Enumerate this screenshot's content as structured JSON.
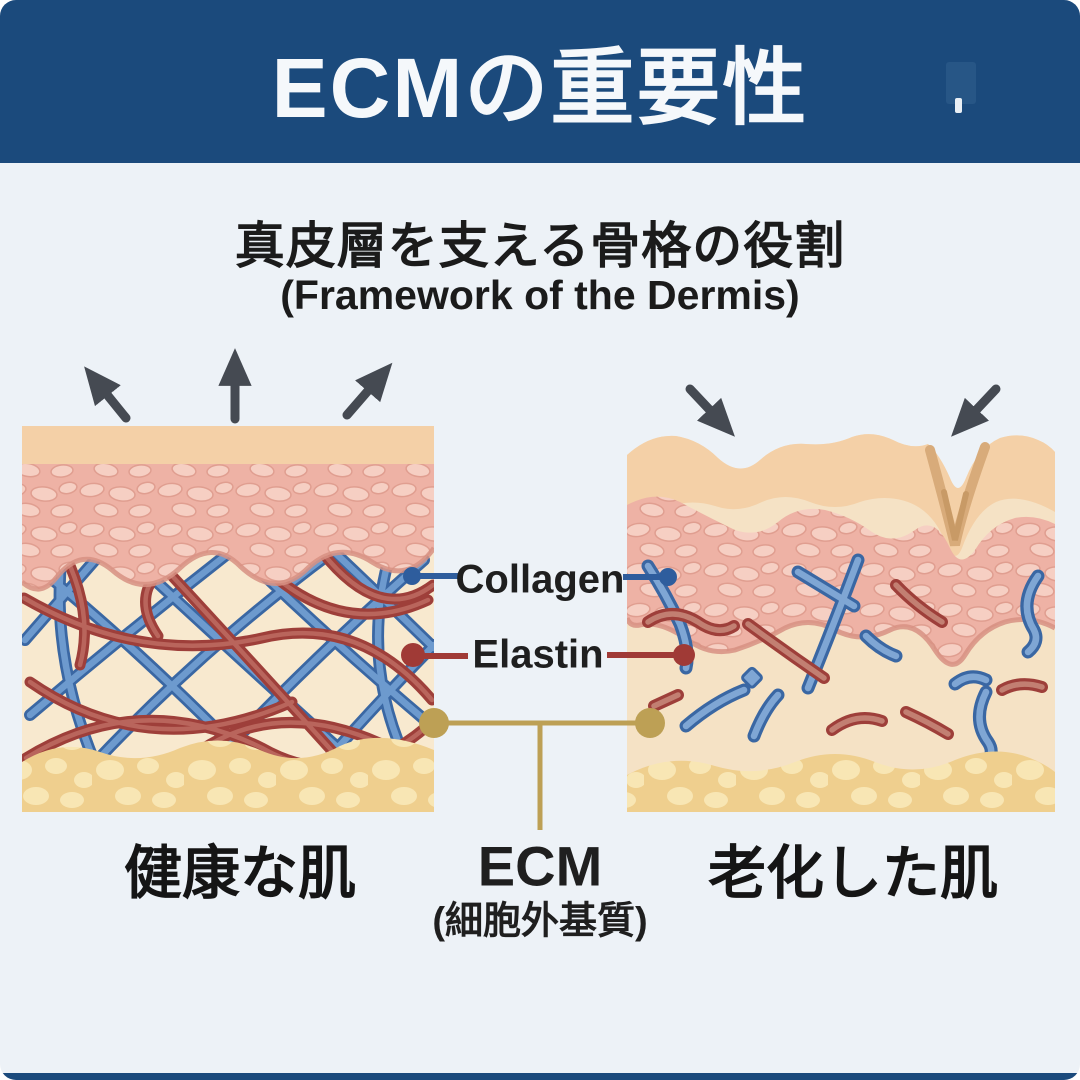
{
  "header": {
    "title": "ECMの重要性",
    "bg_color": "#1b4a7c",
    "text_color": "#f5f8fb"
  },
  "main": {
    "title": "真皮層を支える骨格の役割",
    "subtitle": "(Framework of the Dermis)"
  },
  "legend": {
    "collagen": {
      "label": "Collagen",
      "color": "#2e5d9d"
    },
    "elastin": {
      "label": "Elastin",
      "color": "#a03a36"
    },
    "ecm": {
      "label": "ECM",
      "sublabel": "(細胞外基質)",
      "color": "#bda055"
    }
  },
  "panels": {
    "healthy": {
      "caption": "健康な肌"
    },
    "aged": {
      "caption": "老化した肌"
    }
  },
  "icons": {
    "stretch_arrows": "three-arrows-pointing-up-outward",
    "sag_arrows": "two-arrows-pressing-down",
    "arrow_color": "#454a52"
  },
  "palette": {
    "background": "#edf2f7",
    "epidermis_peach": "#f4d0a7",
    "cell_layer_pink": "#eeb2a5",
    "dermis_cream": "#f8e9cf",
    "fat_yellow": "#efcf8e"
  }
}
